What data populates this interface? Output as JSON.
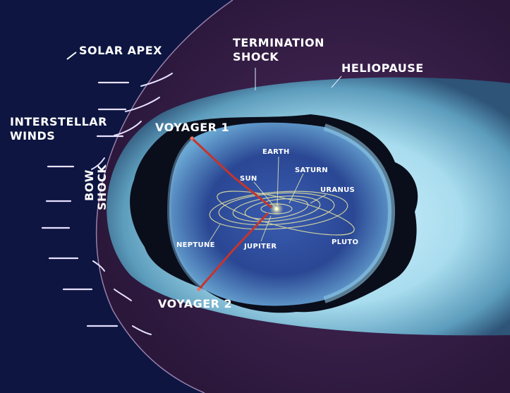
{
  "labels": {
    "solar_apex": "SOLAR APEX",
    "termination_shock_line1": "TERMINATION",
    "termination_shock_line2": "SHOCK",
    "heliopause": "HELIOPAUSE",
    "interstellar_winds_line1": "INTERSTELLAR",
    "interstellar_winds_line2": "WINDS",
    "bow_shock_line1": "BOW",
    "bow_shock_line2": "SHOCK",
    "voyager_1": "VOYAGER 1",
    "voyager_2": "VOYAGER 2",
    "earth": "EARTH",
    "sun": "SUN",
    "saturn": "SATURN",
    "uranus": "URANUS",
    "neptune": "NEPTUNE",
    "jupiter": "JUPITER",
    "pluto": "PLUTO"
  },
  "colors": {
    "space": "#0d1540",
    "heliosheath": "#3a1f4a",
    "heliosphere_glow": "#9fd4e8",
    "inner_blue": "#2a4c9a",
    "void": "#0a0e1a",
    "trajectory": "#b8302a",
    "orbit": "#e8e6a0",
    "wind_streak": "#e8e0ff"
  }
}
